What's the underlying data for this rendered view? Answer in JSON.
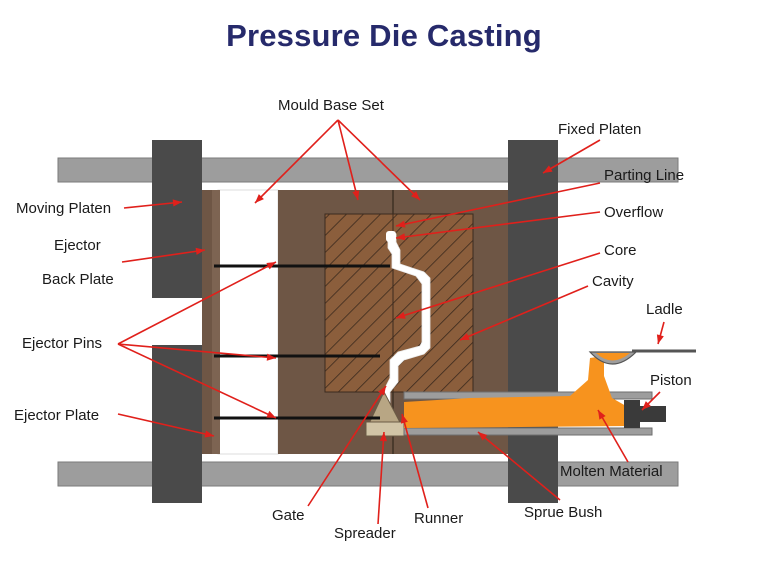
{
  "title": "Pressure Die Casting",
  "colors": {
    "title": "#262a6b",
    "arrow": "#e0201b",
    "platen": "#4a4a4a",
    "rail": "#9d9d9d",
    "mould": "#6e5645",
    "die": "#8b5e3c",
    "molten": "#f7931e",
    "spreader": "#b8a684"
  },
  "labels": {
    "mould_base_set": "Mould Base Set",
    "fixed_platen": "Fixed Platen",
    "moving_platen": "Moving Platen",
    "parting_line": "Parting Line",
    "overflow": "Overflow",
    "ejector": "Ejector",
    "back_plate": "Back Plate",
    "core": "Core",
    "cavity": "Cavity",
    "ladle": "Ladle",
    "ejector_pins": "Ejector Pins",
    "piston": "Piston",
    "ejector_plate": "Ejector Plate",
    "molten_material": "Molten Material",
    "sprue_bush": "Sprue Bush",
    "gate": "Gate",
    "runner": "Runner",
    "spreader": "Spreader"
  }
}
